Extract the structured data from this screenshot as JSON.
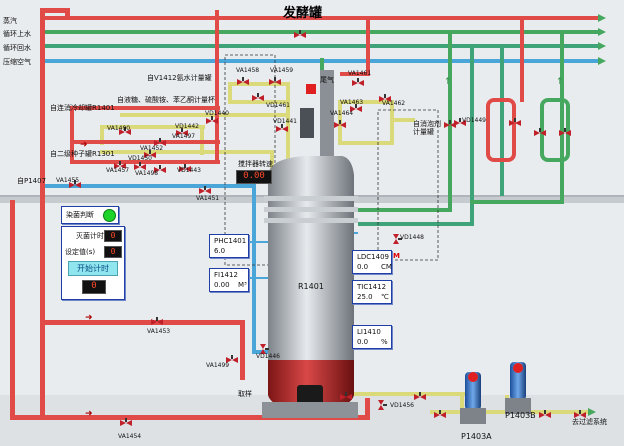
{
  "title": "发酵罐",
  "headers": {
    "steam": "蒸汽",
    "cw_supply": "循环上水",
    "cw_return": "循环回水",
    "comp_air": "压缩空气"
  },
  "lines": {
    "v1412": "自V1412氨水计量罐",
    "raw": "自液糖、硫酸铵、苯乙酮计量杯",
    "tank1": "自连消冷却罐R1401",
    "tank2": "自二级种子罐R1301",
    "p1407": "自P1407",
    "exhaust": "尾气",
    "defoam": "自消泡剂\n计量罐",
    "filter": "去过滤系统",
    "sample": "取样"
  },
  "valves": {
    "VA1458": "VA1458",
    "VA1459": "VA1459",
    "VD1461": "VD1461",
    "VA1461": "VA1461",
    "VA1462": "VA1462",
    "VD1440": "VD1440",
    "VD1441": "VD1441",
    "VA1463": "VA1463",
    "VA1464": "VA1464",
    "VA1490": "VA1490",
    "VD1442": "VD1442",
    "VA1497": "VA1497",
    "VA1452": "VA1452",
    "VA1457": "VA1457",
    "VD1450": "VD1450",
    "VA1498": "VA1498",
    "VD1443": "VD1443",
    "VA1455": "VA1455",
    "VA1451": "VA1451",
    "VD1448": "VD1448",
    "VD1449": "VD1449",
    "VA1453": "VA1453",
    "VA1499": "VA1499",
    "VD1446": "VD1446",
    "VA1454": "VA1454",
    "VD1456": "VD1456"
  },
  "stir": {
    "label": "搅拌器转速",
    "value": "0.00"
  },
  "sterilize": {
    "label": "染菌判断"
  },
  "timer": {
    "label": "灭菌计时(s)",
    "set_label": "设定值(s)",
    "value": "0",
    "set_value": "0",
    "start_button": "开始计时",
    "display": "0"
  },
  "instruments": [
    {
      "name": "PHC1401",
      "value": "6.0",
      "unit": ""
    },
    {
      "name": "FI1412",
      "value": "0.00",
      "unit": "M³"
    },
    {
      "name": "LDC1409",
      "value": "0.0",
      "unit": "CM",
      "mark": "M"
    },
    {
      "name": "TIC1412",
      "value": "25.0",
      "unit": "℃"
    },
    {
      "name": "LI1410",
      "value": "0.0",
      "unit": "%"
    }
  ],
  "equipment": {
    "tank": "R1401",
    "pump_a": "P1403A",
    "pump_b": "P1403B"
  },
  "colors": {
    "steam": "#e04b48",
    "supply": "#45a85e",
    "return": "#3fa37a",
    "air": "#4aa6d8",
    "yellow": "#dada7a",
    "grey": "#b7bdc3"
  }
}
